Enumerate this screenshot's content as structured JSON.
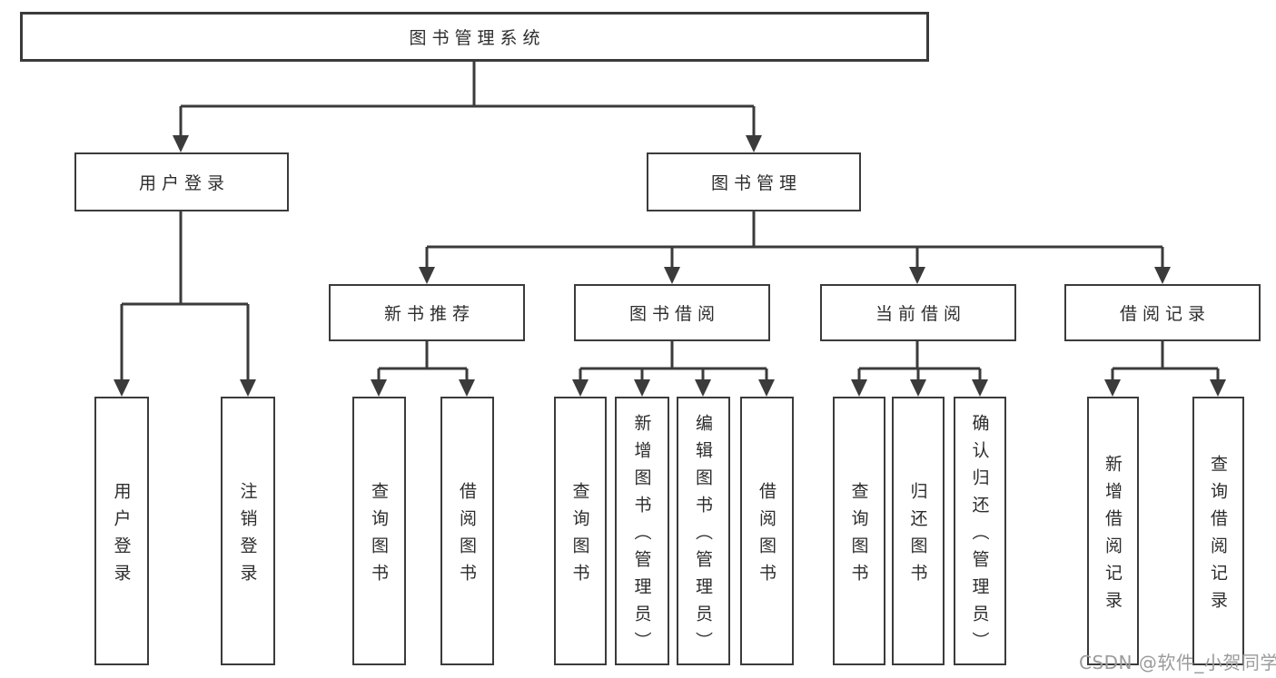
{
  "tree": {
    "root": {
      "label": "图书管理系统"
    },
    "branches": [
      {
        "label": "用户登录",
        "children": [
          {
            "label": "用户登录"
          },
          {
            "label": "注销登录"
          }
        ]
      },
      {
        "label": "图书管理",
        "children": [
          {
            "label": "新书推荐",
            "children": [
              {
                "label": "查询图书"
              },
              {
                "label": "借阅图书"
              }
            ]
          },
          {
            "label": "图书借阅",
            "children": [
              {
                "label": "查询图书"
              },
              {
                "label": "新增图书（管理员）"
              },
              {
                "label": "编辑图书（管理员）"
              },
              {
                "label": "借阅图书"
              }
            ]
          },
          {
            "label": "当前借阅",
            "children": [
              {
                "label": "查询图书"
              },
              {
                "label": "归还图书"
              },
              {
                "label": "确认归还（管理员）"
              }
            ]
          },
          {
            "label": "借阅记录",
            "children": [
              {
                "label": "新增借阅记录"
              },
              {
                "label": "查询借阅记录"
              }
            ]
          }
        ]
      }
    ]
  },
  "watermark": "CSDN @软件_小贺同学",
  "colors": {
    "line_and_border": "#3b3b3b",
    "node_fill": "#ffffff",
    "text": "#2d2d2d",
    "watermark": "#9b9b9b",
    "background": "#ffffff"
  }
}
